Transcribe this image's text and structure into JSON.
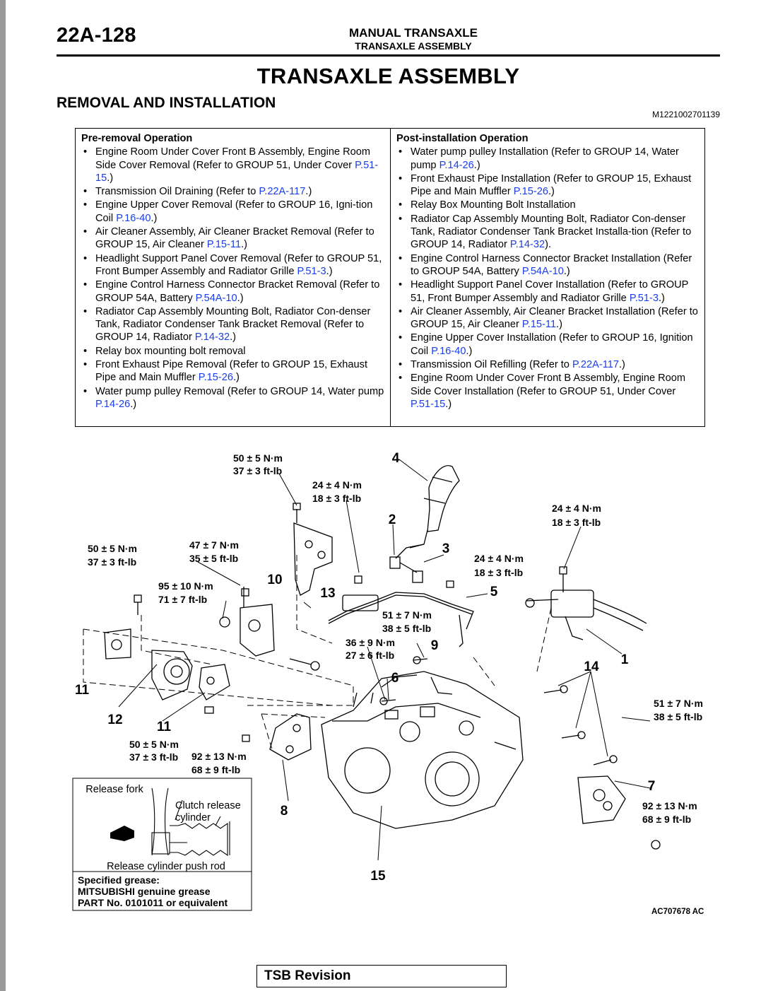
{
  "header": {
    "page_number": "22A-128",
    "manual": "MANUAL TRANSAXLE",
    "section": "TRANSAXLE ASSEMBLY"
  },
  "title": "TRANSAXLE ASSEMBLY",
  "subtitle": "REMOVAL AND INSTALLATION",
  "doc_id": "M1221002701139",
  "pre_removal": {
    "heading": "Pre-removal Operation",
    "items": [
      {
        "text": "Engine Room Under Cover Front B Assembly, Engine Room Side Cover Removal (Refer to GROUP 51, Under Cover ",
        "link": "P.51-15",
        "after": ".)"
      },
      {
        "text": "Transmission Oil Draining (Refer to ",
        "link": "P.22A-117",
        "after": ".)"
      },
      {
        "text": "Engine Upper Cover Removal (Refer to GROUP 16, Igni-tion Coil ",
        "link": "P.16-40",
        "after": ".)"
      },
      {
        "text": "Air Cleaner Assembly, Air Cleaner Bracket Removal (Refer to GROUP 15, Air Cleaner ",
        "link": "P.15-11",
        "after": ".)"
      },
      {
        "text": "Headlight Support Panel Cover Removal (Refer to GROUP 51, Front Bumper Assembly and Radiator Grille ",
        "link": "P.51-3",
        "after": ".)"
      },
      {
        "text": "Engine Control Harness Connector Bracket Removal (Refer to GROUP 54A, Battery ",
        "link": "P.54A-10",
        "after": ".)"
      },
      {
        "text": "Radiator Cap Assembly Mounting Bolt, Radiator Con-denser Tank, Radiator Condenser Tank Bracket Removal (Refer to GROUP 14, Radiator ",
        "link": "P.14-32",
        "after": ".)"
      },
      {
        "text": "Relay box mounting bolt removal",
        "link": "",
        "after": ""
      },
      {
        "text": "Front Exhaust Pipe Removal (Refer to GROUP 15, Exhaust Pipe and Main Muffler ",
        "link": "P.15-26",
        "after": ".)"
      },
      {
        "text": "Water pump pulley Removal (Refer to GROUP 14, Water pump ",
        "link": "P.14-26",
        "after": ".)"
      }
    ]
  },
  "post_installation": {
    "heading": "Post-installation Operation",
    "items": [
      {
        "text": "Water pump pulley Installation (Refer to GROUP 14, Water pump ",
        "link": "P.14-26",
        "after": ".)"
      },
      {
        "text": "Front Exhaust Pipe Installation (Refer to GROUP 15, Exhaust Pipe and Main Muffler ",
        "link": "P.15-26",
        "after": ".)"
      },
      {
        "text": "Relay Box Mounting Bolt Installation",
        "link": "",
        "after": ""
      },
      {
        "text": "Radiator Cap Assembly Mounting Bolt, Radiator Con-denser Tank, Radiator Condenser Tank Bracket Installa-tion (Refer to GROUP 14, Radiator ",
        "link": "P.14-32",
        "after": ")."
      },
      {
        "text": "Engine Control Harness Connector Bracket Installation (Refer to GROUP 54A, Battery ",
        "link": "P.54A-10",
        "after": ".)"
      },
      {
        "text": "Headlight Support Panel Cover Installation (Refer to GROUP 51, Front Bumper Assembly and Radiator Grille ",
        "link": "P.51-3",
        "after": ".)"
      },
      {
        "text": "Air Cleaner Assembly, Air Cleaner Bracket Installation (Refer to GROUP 15, Air Cleaner ",
        "link": "P.15-11",
        "after": ".)"
      },
      {
        "text": "Engine Upper Cover Installation (Refer to GROUP 16, Ignition Coil ",
        "link": "P.16-40",
        "after": ".)"
      },
      {
        "text": "Transmission Oil Refilling (Refer to ",
        "link": "P.22A-117",
        "after": ".)"
      },
      {
        "text": "Engine Room Under Cover Front B Assembly, Engine Room Side Cover Installation (Refer to GROUP 51, Under Cover ",
        "link": "P.51-15",
        "after": ".)"
      }
    ]
  },
  "diagram": {
    "torque_specs": {
      "t1": [
        "50 ± 5 N·m",
        "37 ± 3 ft-lb"
      ],
      "t2": [
        "24 ± 4 N·m",
        "18 ± 3 ft-lb"
      ],
      "t3": [
        "24 ± 4 N·m",
        "18 ± 3 ft-lb"
      ],
      "t4": [
        "50 ± 5 N·m",
        "37 ± 3 ft-lb"
      ],
      "t5": [
        "47 ± 7 N·m",
        "35 ± 5 ft-lb"
      ],
      "t6": [
        "24 ± 4 N·m",
        "18 ± 3 ft-lb"
      ],
      "t7": [
        "95 ± 10 N·m",
        "71 ± 7 ft-lb"
      ],
      "t8": [
        "51 ± 7 N·m",
        "38 ± 5 ft-lb"
      ],
      "t9": [
        "36 ± 9 N·m",
        "27 ± 6 ft-lb"
      ],
      "t10": [
        "51 ± 7 N·m",
        "38 ± 5 ft-lb"
      ],
      "t11": [
        "50 ± 5 N·m",
        "37 ± 3 ft-lb"
      ],
      "t12": [
        "92 ± 13 N·m",
        "68 ± 9 ft-lb"
      ],
      "t13": [
        "92 ± 13 N·m",
        "68 ± 9 ft-lb"
      ]
    },
    "callouts": [
      "1",
      "2",
      "3",
      "4",
      "5",
      "6",
      "7",
      "8",
      "9",
      "10",
      "11",
      "11",
      "12",
      "13",
      "14",
      "15"
    ],
    "inset": {
      "release_fork": "Release fork",
      "clutch_release": "Clutch release",
      "cylinder": "cylinder",
      "push_rod": "Release cylinder push rod",
      "grease_1": "Specified grease:",
      "grease_2": "MITSUBISHI genuine grease",
      "grease_3": "PART No. 0101011 or equivalent"
    },
    "figure_code": "AC707678 AC"
  },
  "footer": {
    "tsb": "TSB Revision"
  }
}
